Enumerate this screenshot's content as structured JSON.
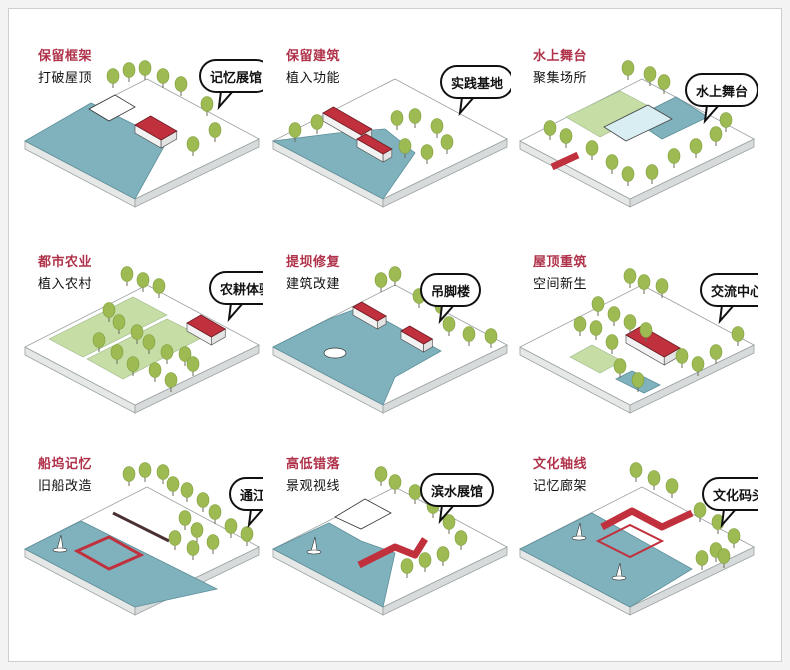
{
  "colors": {
    "title": "#b0324a",
    "water": "#7fb2bd",
    "water_edge": "#5d8f9a",
    "ground": "#ffffff",
    "ground_edge": "#9aa0a0",
    "tree": "#9dbb52",
    "tree_dark": "#7f9c3c",
    "roof": "#c0313d",
    "lawn": "#c6dda6",
    "outline": "#111111"
  },
  "panels": [
    {
      "title": "保留框架",
      "subtitle": "打破屋顶",
      "bubble": "记忆展馆"
    },
    {
      "title": "保留建筑",
      "subtitle": "植入功能",
      "bubble": "实践基地"
    },
    {
      "title": "水上舞台",
      "subtitle": "聚集场所",
      "bubble": "水上舞台"
    },
    {
      "title": "都市农业",
      "subtitle": "植入农村",
      "bubble": "农耕体验"
    },
    {
      "title": "提坝修复",
      "subtitle": "建筑改建",
      "bubble": "吊脚楼"
    },
    {
      "title": "屋顶重筑",
      "subtitle": "空间新生",
      "bubble": "交流中心"
    },
    {
      "title": "船坞记忆",
      "subtitle": "旧船改造",
      "bubble": "通江廊道"
    },
    {
      "title": "高低错落",
      "subtitle": "景观视线",
      "bubble": "滨水展馆"
    },
    {
      "title": "文化轴线",
      "subtitle": "记忆廊架",
      "bubble": "文化码头"
    }
  ]
}
